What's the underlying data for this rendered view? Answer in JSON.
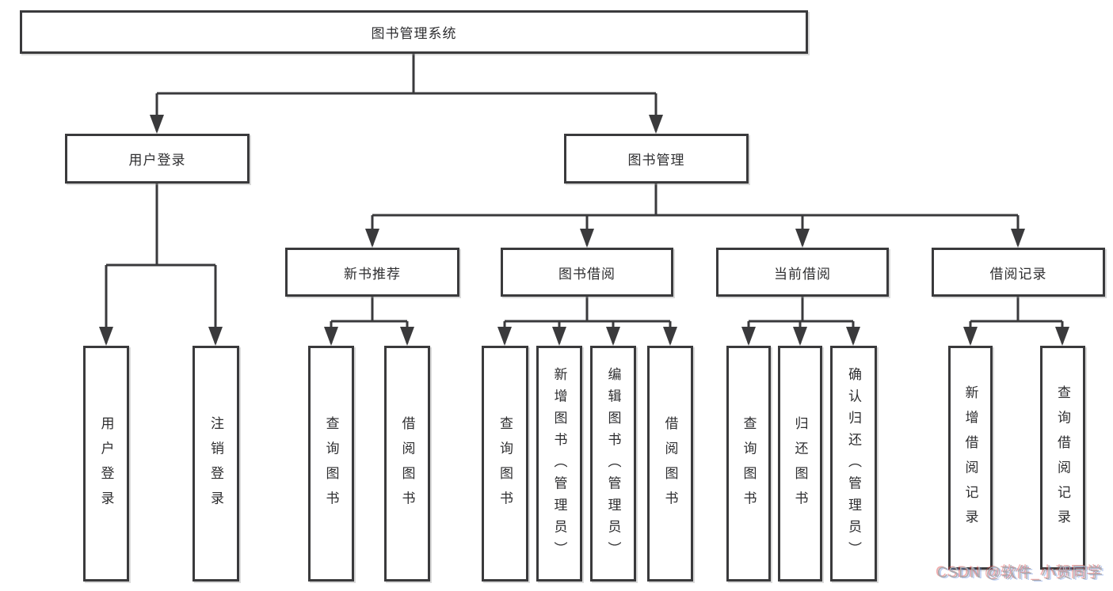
{
  "tree": {
    "label": "图书管理系统",
    "children": [
      {
        "label": "用户登录",
        "children": [
          {
            "label": "用户登录"
          },
          {
            "label": "注销登录"
          }
        ]
      },
      {
        "label": "图书管理",
        "children": [
          {
            "label": "新书推荐",
            "children": [
              {
                "label": "查询图书"
              },
              {
                "label": "借阅图书"
              }
            ]
          },
          {
            "label": "图书借阅",
            "children": [
              {
                "label": "查询图书"
              },
              {
                "label": "新增图书（管理员）"
              },
              {
                "label": "编辑图书（管理员）"
              },
              {
                "label": "借阅图书"
              }
            ]
          },
          {
            "label": "当前借阅",
            "children": [
              {
                "label": "查询图书"
              },
              {
                "label": "归还图书"
              },
              {
                "label": "确认归还（管理员）"
              }
            ]
          },
          {
            "label": "借阅记录",
            "children": [
              {
                "label": "新增借阅记录"
              },
              {
                "label": "查询借阅记录"
              }
            ]
          }
        ]
      }
    ]
  },
  "watermark": {
    "text": "CSDN @软件_小贺同学"
  },
  "colors": {
    "line": "#3a3a3c",
    "text": "#2e2e30",
    "background": "#ffffff",
    "watermark": "#a9a9ad"
  }
}
